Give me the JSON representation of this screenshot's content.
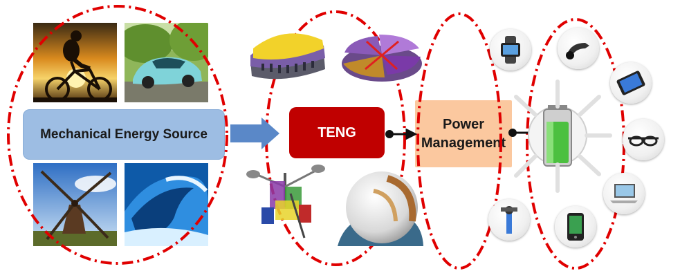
{
  "source": {
    "label": "Mechanical Energy Source"
  },
  "teng": {
    "label": "TENG"
  },
  "power": {
    "line1": "Power",
    "line2": "Management"
  },
  "icons": {
    "photos": [
      "cyclist-photo",
      "car-photo",
      "windmill-photo",
      "ocean-wave-photo"
    ],
    "tengs": [
      "layered-teng-icon",
      "rotary-teng-icon",
      "wind-cup-teng-icon",
      "sphere-teng-icon"
    ],
    "devices": [
      "smartwatch-icon",
      "bluetooth-headset-icon",
      "smartphone-icon",
      "smart-glasses-icon",
      "laptop-icon",
      "gps-device-icon",
      "sensor-icon",
      "battery-icon"
    ]
  },
  "colors": {
    "dash": "#e00000",
    "source_box": "#9dbde3",
    "teng_box": "#c00000",
    "power_box": "#fbc89f",
    "arrow": "#5a88c8"
  }
}
